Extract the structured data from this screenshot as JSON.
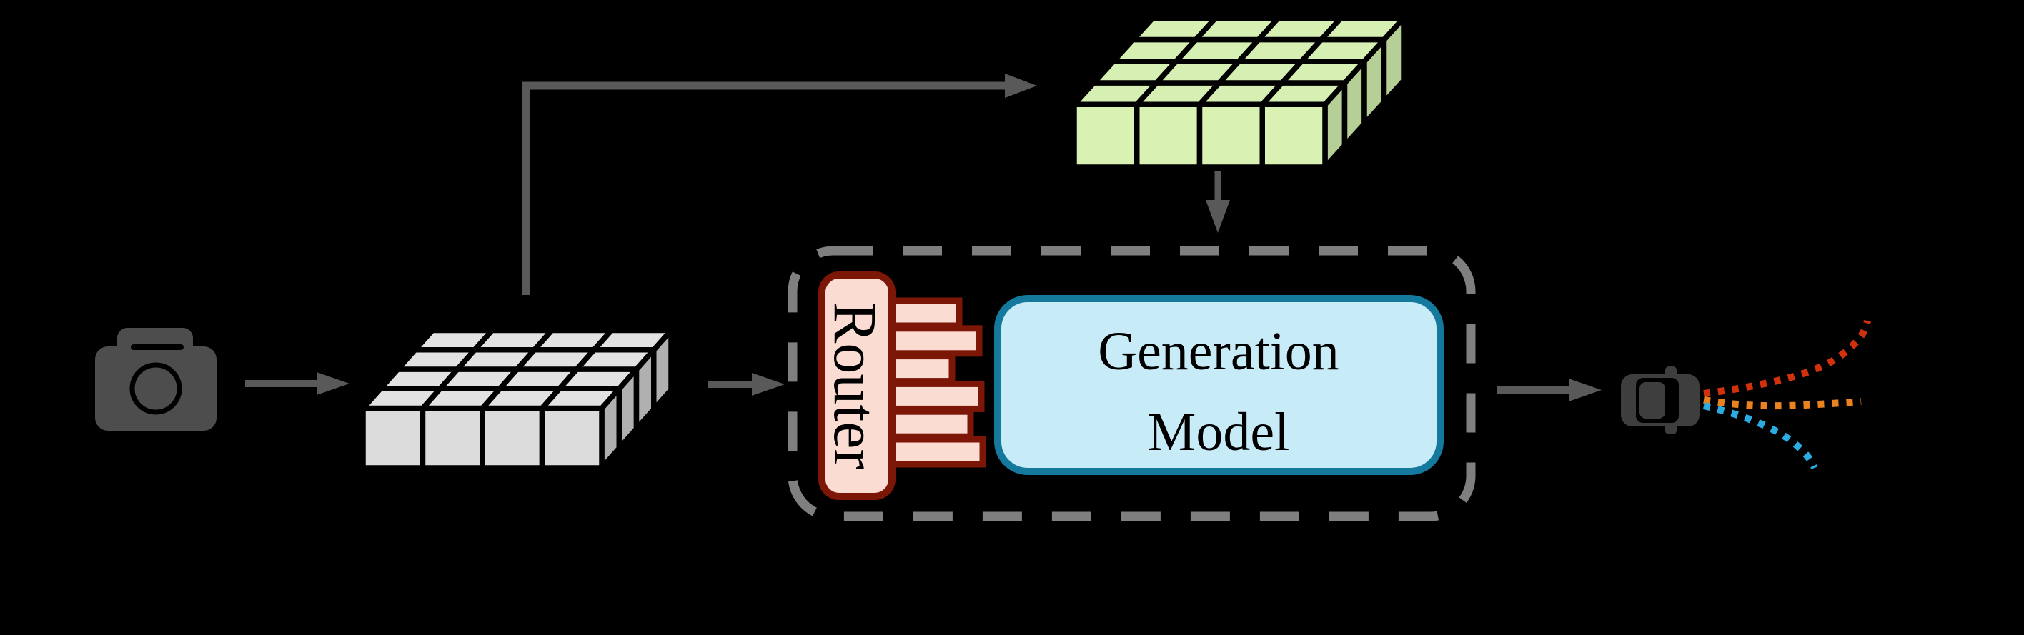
{
  "colors": {
    "background": "#000000",
    "arrow": "#595959",
    "dashed-box": "#7f7f7f",
    "camera": "#4d4d4d",
    "car": "#3e3e3e",
    "grid-border": "#000000",
    "grid-gray-top": "#e2e2e2",
    "grid-gray-front": "#dcdcdc",
    "grid-gray-side": "#b0b0b0",
    "grid-green-top": "#d6efb3",
    "grid-green-front": "#d9f2b4",
    "grid-green-side": "#b5cf96",
    "router-fill": "#fadcd3",
    "router-border": "#7c1607",
    "model-fill": "#c8ebf8",
    "model-border": "#15799e",
    "text": "#000000",
    "trajectory-red": "#d2310e",
    "trajectory-orange": "#ea831f",
    "trajectory-blue": "#2aace2"
  },
  "router": {
    "label": "Router",
    "bar_lengths": [
      94,
      122,
      84,
      125,
      110,
      127
    ]
  },
  "generation_model": {
    "label_line1": "Generation",
    "label_line2": "Model"
  },
  "token_grids": {
    "gray": {
      "rows": 4,
      "cols": 4
    },
    "green": {
      "rows": 4,
      "cols": 4
    }
  },
  "icons": [
    "camera-icon",
    "car-icon"
  ],
  "trajectories": [
    {
      "name": "red-trajectory",
      "color_key": "trajectory-red"
    },
    {
      "name": "orange-trajectory",
      "color_key": "trajectory-orange"
    },
    {
      "name": "blue-trajectory",
      "color_key": "trajectory-blue"
    }
  ]
}
